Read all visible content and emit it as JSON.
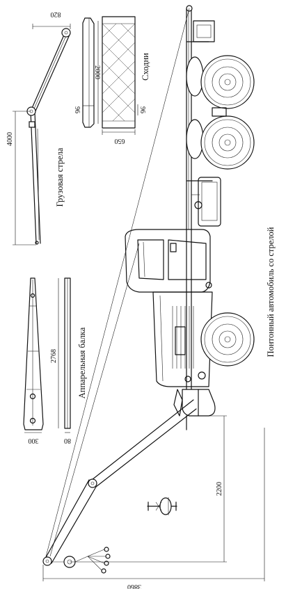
{
  "labels": {
    "cargo_boom": "Грузовая стрела",
    "ramps": "Сходни",
    "instrument_beam": "Аппарельная балка",
    "main_title": "Понтонный автомобиль со стрелой"
  },
  "dimensions": {
    "boom_width": "820",
    "boom_length": "4000",
    "ramp_length": "2000",
    "ramp_thickness": "96",
    "ramp_small": "96",
    "ramp_width": "650",
    "beam_length": "2768",
    "beam_width": "300",
    "beam_thickness": "80",
    "crane_height": "2200",
    "crane_reach": "3860"
  }
}
